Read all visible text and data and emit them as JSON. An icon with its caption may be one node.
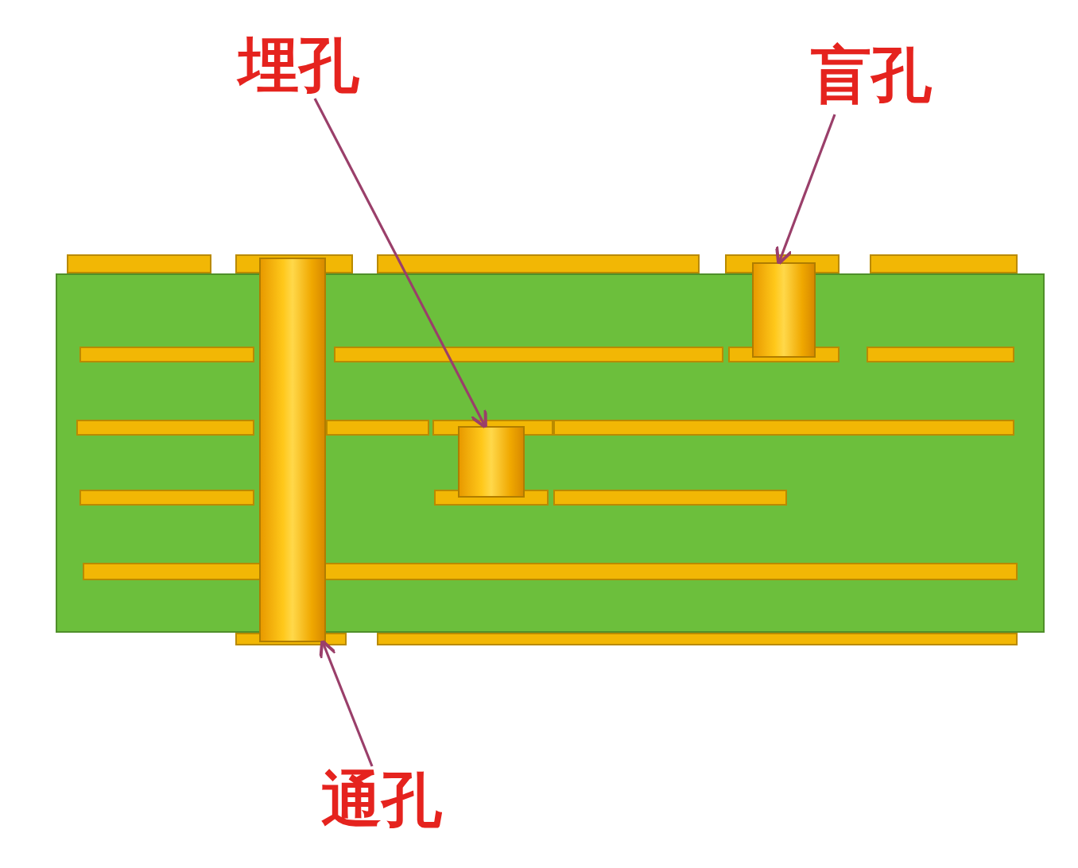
{
  "diagram": {
    "nodes": [
      {
        "text": [
          "埋孔"
        ]
      },
      {
        "text": [
          "盲孔"
        ]
      },
      {
        "text": [],
        "shape": "cylinder"
      },
      {
        "text": [],
        "shape": "cylinder"
      },
      {
        "text": [],
        "shape": "cylinder"
      },
      {
        "text": [
          "通孔"
        ]
      }
    ],
    "edges": [
      {
        "from": 0,
        "to": 4,
        "arrow": "to"
      },
      {
        "from": 1,
        "to": 3,
        "arrow": "to"
      },
      {
        "from": 5,
        "to": 2,
        "arrow": "to"
      }
    ]
  }
}
